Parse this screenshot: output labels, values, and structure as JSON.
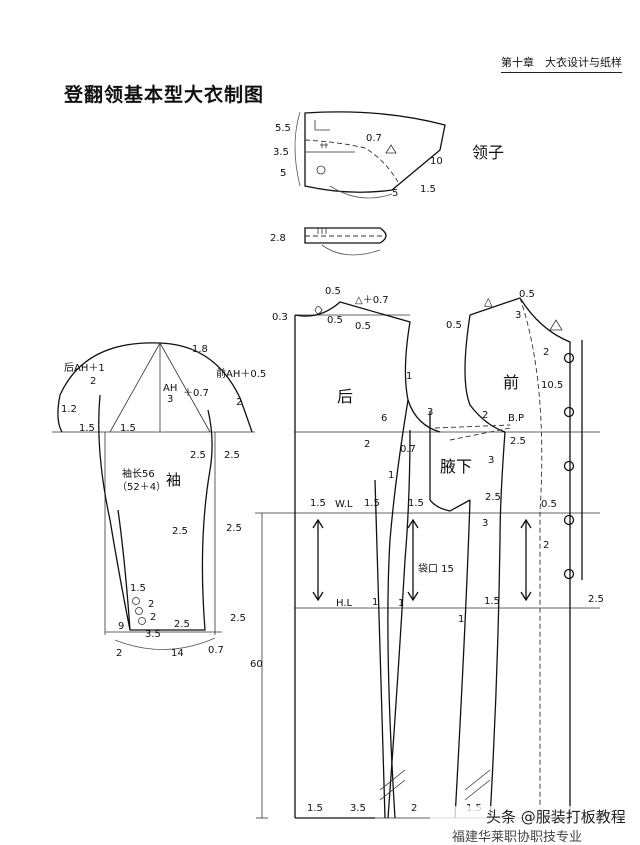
{
  "header": {
    "chapter": "第十章　大衣设计与纸样",
    "title": "登翻领基本型大衣制图"
  },
  "labels": {
    "collar": "领子",
    "back": "后",
    "front": "前",
    "sleeve": "袖",
    "underarm": "腋下",
    "underarm_2": "下",
    "sleeve_length": "袖长56",
    "sleeve_formula": "（52＋4）",
    "back_ah": "后AH＋1",
    "front_ah": "前AH＋0.5",
    "ah3": "AH",
    "ah3_sub": "3",
    "ah3_add": "＋0.7",
    "pocket": "袋口 15",
    "waist_line": "W.L",
    "hip_line": "H.L",
    "bp": "B.P",
    "length_60": "60"
  },
  "collar_dims": {
    "d55": "5.5",
    "d35": "3.5",
    "d5": "5",
    "d07": "0.7",
    "d10": "10",
    "d5b": "5",
    "d15": "1.5",
    "d28": "2.8"
  },
  "sleeve_dims": {
    "d18": "1.8",
    "d2": "2",
    "d12": "1.2",
    "d15a": "1.5",
    "d15b": "1.5",
    "d2b": "2",
    "d25a": "2.5",
    "d25b": "2.5",
    "d25c": "2.5",
    "d25d": "2.5",
    "d15c": "1.5",
    "d2c": "2",
    "d2d": "2",
    "d9": "9",
    "d35": "3.5",
    "d25e": "2.5",
    "d2e": "2",
    "d14": "14",
    "d07": "0.7",
    "d25f": "2.5"
  },
  "body_dims": {
    "d05a": "0.5",
    "dA07": "△＋0.7",
    "d03": "0.3",
    "d05b": "0.5",
    "d05c": "0.5",
    "d1a": "1",
    "d6": "6",
    "d07": "0.7",
    "d2a": "2",
    "d1b": "1",
    "d15a": "1.5",
    "d15b": "1.5",
    "d15c": "1.5",
    "d1c": "1",
    "d1d": "1",
    "d15d": "1.5",
    "d35": "3.5",
    "d2b": "2",
    "d15e": "1.5",
    "f05a": "0.5",
    "f05b": "0.5",
    "f3a": "3",
    "f2a": "2",
    "f105": "10.5",
    "f3b": "3",
    "f2b": "2",
    "f25a": "2.5",
    "f3c": "3",
    "f25b": "2.5",
    "f05c": "0.5",
    "f3d": "3",
    "f15a": "1.5",
    "f1": "1",
    "f25c": "2.5",
    "f2c": "2"
  },
  "watermark": {
    "line1": "头条 @服装打板教程",
    "line2": "福建华莱职协职技专业"
  }
}
